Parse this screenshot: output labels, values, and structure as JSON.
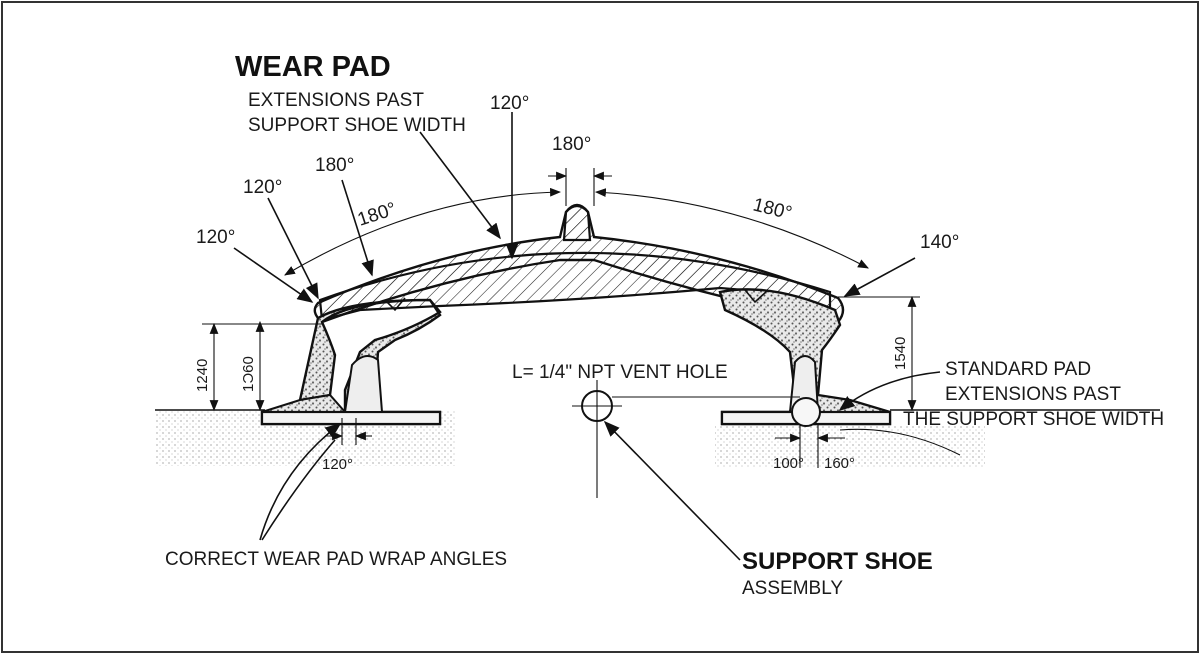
{
  "labels": {
    "wear_pad_title": "WEAR PAD",
    "ext_line1": "EXTENSIONS PAST",
    "ext_line2": "SUPPORT SHOE WIDTH",
    "angle_120_top": "120°",
    "angle_180_top": "180°",
    "angle_180_left": "180°",
    "angle_120_left": "120°",
    "angle_120_far_left": "120°",
    "arc_180_left": "180°",
    "arc_180_right": "180°",
    "angle_140": "140°",
    "dim_1240": "1240",
    "dim_1360": "1Ͻ60",
    "dim_1540": "1540",
    "vent_hole": "L= 1/4\" NPT VENT HOLE",
    "std_line1": "STANDARD PAD",
    "std_line2": "EXTENSIONS PAST",
    "std_line3": "THE SUPPORT SHOE WIDTH",
    "angle_120_bottom": "120°",
    "angle_100": "100°",
    "angle_160": "160°",
    "correct_wrap": "CORRECT WEAR PAD WRAP ANGLES",
    "support_shoe": "SUPPORT SHOE",
    "assembly": "ASSEMBLY"
  }
}
